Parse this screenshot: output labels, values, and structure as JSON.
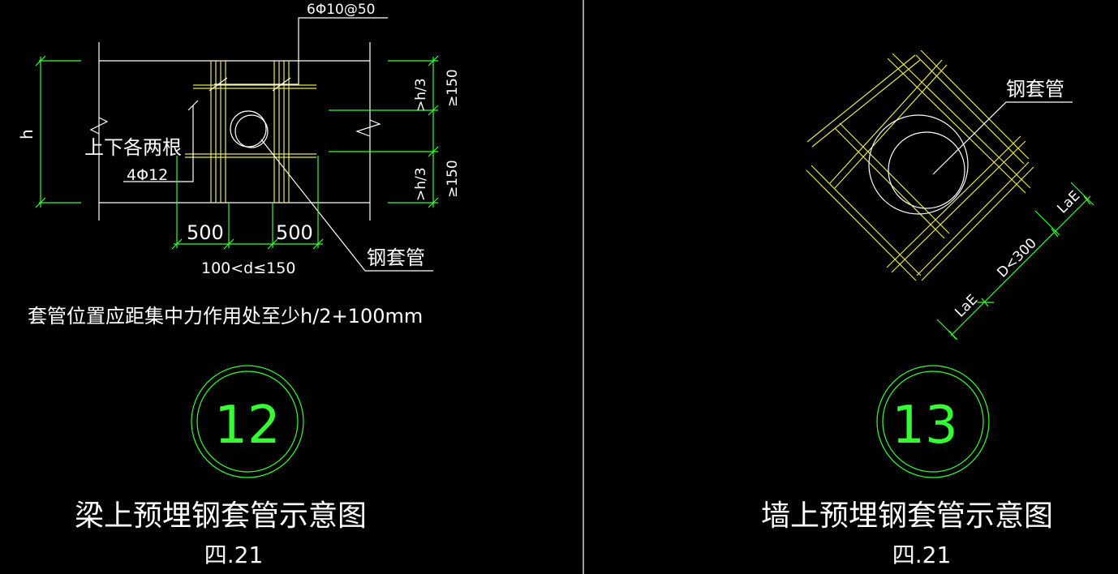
{
  "left_detail": {
    "stirrup_label": "6Φ10@50",
    "rebar_note": "上下各两根",
    "rebar_spec": "4Φ12",
    "height_label": "h",
    "top_zone_label": ">h/3",
    "top_zone_min": "≥150",
    "bottom_zone_label": ">h/3",
    "bottom_zone_min": "≥150",
    "left_span": "500",
    "right_span": "500",
    "diameter_range": "100<d≤150",
    "sleeve_label": "钢套管",
    "position_note": "套管位置应距集中力作用处至少h/2+100mm",
    "detail_number": "12",
    "title": "梁上预埋钢套管示意图",
    "sheet_ref": "四.21"
  },
  "right_detail": {
    "sleeve_label": "钢套管",
    "dim_laE_1": "LaE",
    "dim_diameter": "D<300",
    "dim_laE_2": "LaE",
    "detail_number": "13",
    "title": "墙上预埋钢套管示意图",
    "sheet_ref": "四.21"
  },
  "colors": {
    "background": "#000000",
    "linework": "#ffffff",
    "rebar": "#e8e84a",
    "dimension": "#33ff33"
  }
}
